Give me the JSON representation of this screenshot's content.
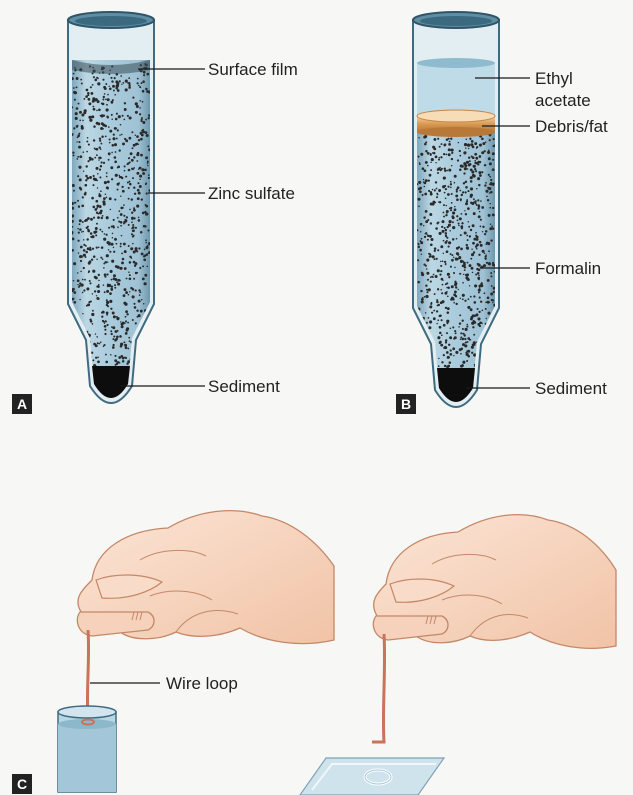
{
  "panels": {
    "a": {
      "letter": "A",
      "labels": {
        "surface_film": "Surface film",
        "zinc_sulfate": "Zinc sulfate",
        "sediment": "Sediment"
      }
    },
    "b": {
      "letter": "B",
      "labels": {
        "ethyl_line1": "Ethyl",
        "ethyl_line2": "acetate",
        "debris_fat": "Debris/fat",
        "formalin": "Formalin",
        "sediment": "Sediment"
      }
    },
    "c": {
      "letter": "C",
      "labels": {
        "wire_loop": "Wire loop"
      }
    }
  },
  "colors": {
    "tube_liquid": "#a9cbdc",
    "tube_glass": "#d9e9f0",
    "tube_rim": "#3f6b80",
    "sediment": "#0d0d0d",
    "particles": "#2a2a2a",
    "ethyl_layer": "#c6e0ec",
    "fat_plug": "#d9a15f",
    "skin": "#f8d8c4",
    "skin_line": "#c48868",
    "wire": "#c9735a",
    "panel_badge": "#222222"
  }
}
